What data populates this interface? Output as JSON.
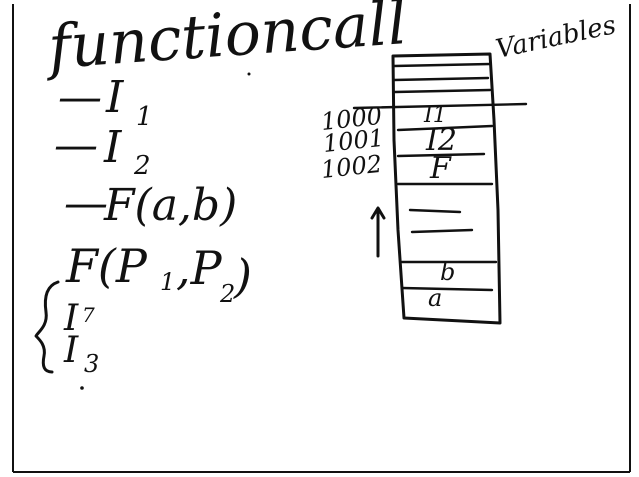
{
  "title": "functioncall",
  "sidebar_label": "Variables",
  "outline": [
    {
      "prefix": "—",
      "text": "I",
      "sub": "1"
    },
    {
      "prefix": "—",
      "text": "I",
      "sub": "2"
    },
    {
      "prefix": "—",
      "text": "F(a,b)",
      "sub": ""
    }
  ],
  "call": {
    "text": "F(P",
    "sub1": "1",
    "mid": ",P",
    "sub2": "2",
    "end": ")"
  },
  "call_body": [
    {
      "text": "I",
      "sub": "7"
    },
    {
      "text": "I",
      "sub": "3"
    }
  ],
  "addresses": [
    "1000",
    "1001",
    "1002"
  ],
  "stack_cells": {
    "top_entries": [
      "I1",
      "I2",
      "F"
    ],
    "lower_entries": [
      "b",
      "a"
    ]
  }
}
